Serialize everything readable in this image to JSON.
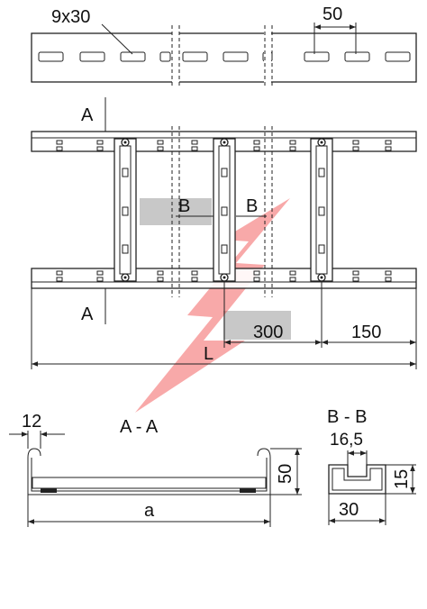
{
  "top_view": {
    "slot_label": "9x30",
    "pitch_label": "50"
  },
  "plan_view": {
    "section_a_top": "A",
    "section_a_bottom": "A",
    "section_b_left": "B",
    "section_b_right": "B",
    "dim_rung_pitch": "300",
    "dim_end": "150",
    "dim_length": "L"
  },
  "section_aa": {
    "title": "A - A",
    "dim_flange": "12",
    "dim_height": "50",
    "dim_width": "a"
  },
  "section_bb": {
    "title": "B - B",
    "dim_slot": "16,5",
    "dim_height": "15",
    "dim_width": "30"
  },
  "colors": {
    "logo": "#f04040",
    "highlight": "#c8c8c8",
    "line": "#222222"
  }
}
